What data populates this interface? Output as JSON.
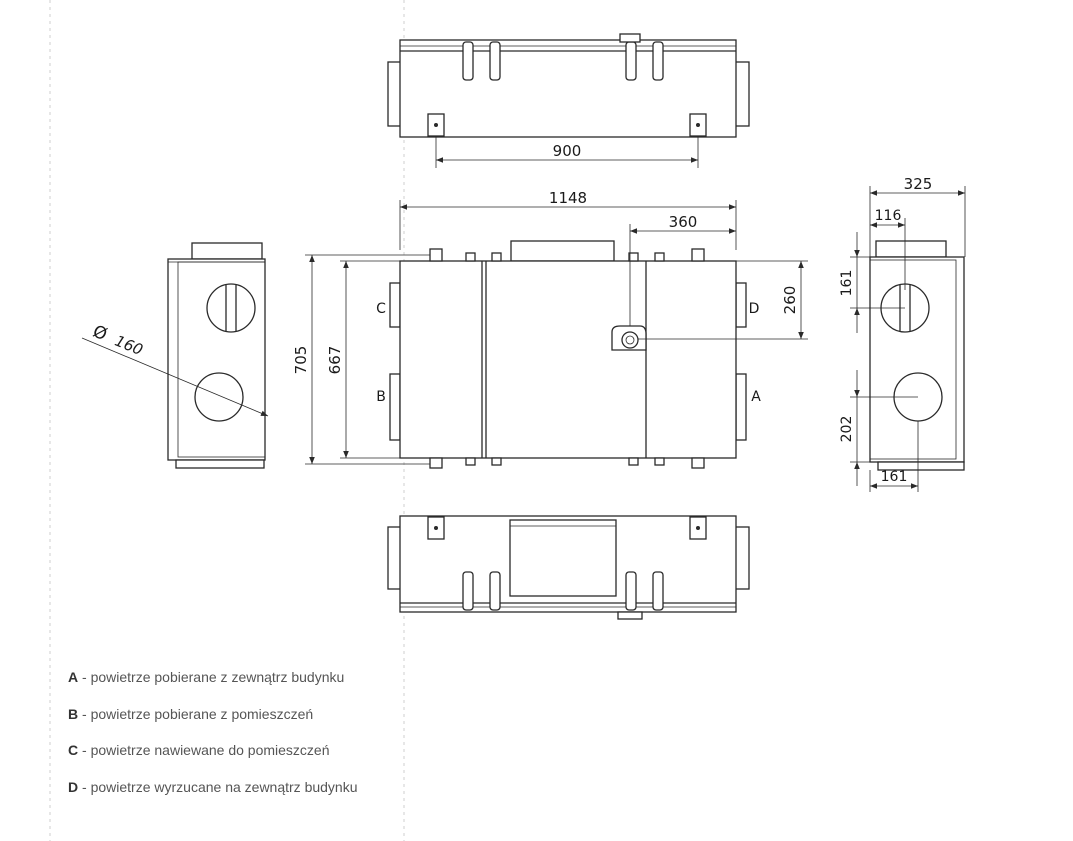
{
  "dimensions": {
    "top_view_width": "900",
    "overall_length": "1148",
    "door_offset": "360",
    "overall_height": "705",
    "inner_height": "667",
    "top_to_outlet": "260",
    "side_depth": "325",
    "side_spigot_offset": "116",
    "side_spigot_height": "161",
    "side_lower_spigot_height": "202",
    "side_bottom_offset": "161",
    "spigot_diameter_symbol": "Ø",
    "spigot_diameter": "160"
  },
  "port_labels": {
    "A": "A",
    "B": "B",
    "C": "C",
    "D": "D"
  },
  "legend": [
    {
      "key": "A",
      "separator": " - ",
      "text": "powietrze pobierane z zewnątrz budynku"
    },
    {
      "key": "B",
      "separator": " - ",
      "text": "powietrze pobierane z pomieszczeń"
    },
    {
      "key": "C",
      "separator": " - ",
      "text": "powietrze nawiewane do pomieszczeń"
    },
    {
      "key": "D",
      "separator": " - ",
      "text": "powietrze wyrzucane na zewnątrz budynku"
    }
  ]
}
